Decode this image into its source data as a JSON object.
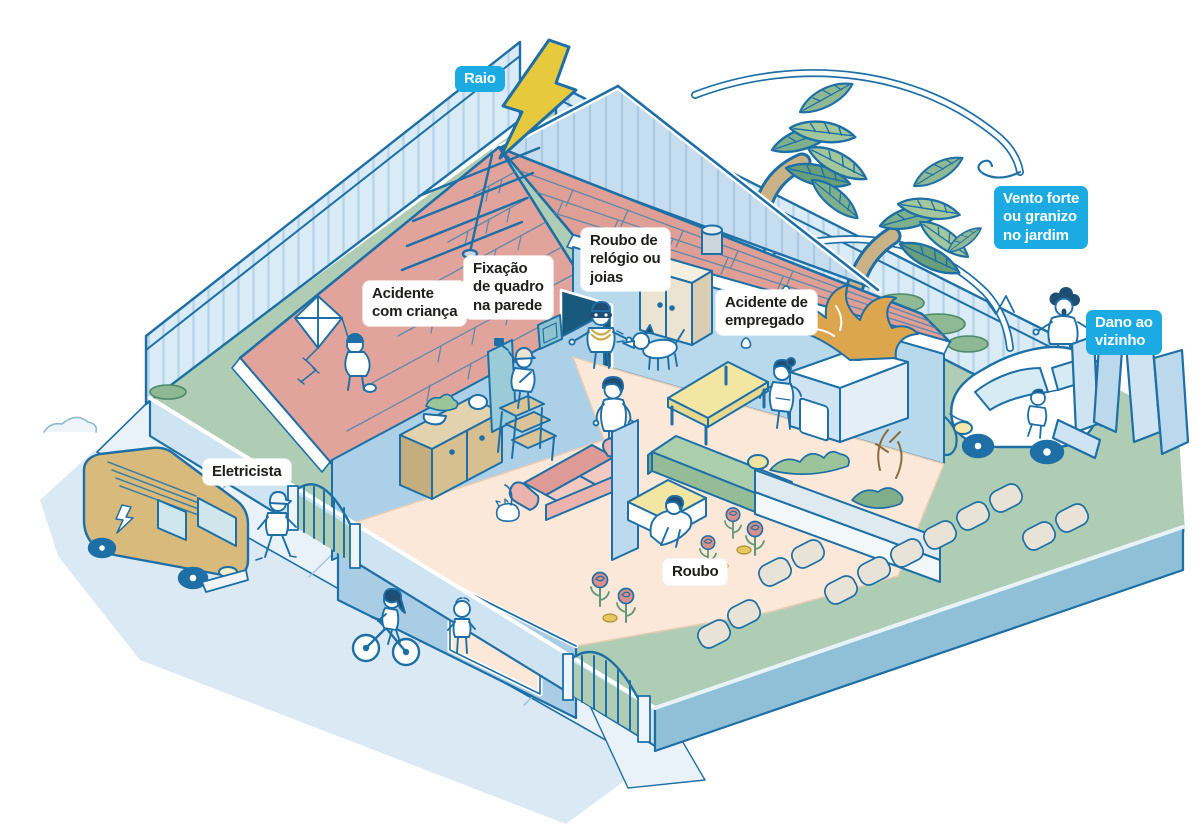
{
  "infographic": {
    "subject": "Riscos em uma casa (vista isométrica)",
    "language_visible_text_only": true
  },
  "labels": {
    "raio": {
      "text": "Raio",
      "variant": "accent"
    },
    "vento": {
      "text": "Vento forte\nou granizo\nno jardim",
      "variant": "accent"
    },
    "dano_vizinho": {
      "text": "Dano ao\nvizinho",
      "variant": "accent"
    },
    "acidente_crianca": {
      "text": "Acidente\ncom criança",
      "variant": "plain"
    },
    "fixacao_quadro": {
      "text": "Fixação\nde quadro\nna parede",
      "variant": "plain"
    },
    "roubo_joias": {
      "text": "Roubo de\nrelógio ou\njoias",
      "variant": "plain"
    },
    "acidente_empregado": {
      "text": "Acidente de\nempregado",
      "variant": "plain"
    },
    "eletricista": {
      "text": "Eletricista",
      "variant": "plain"
    },
    "roubo": {
      "text": "Roubo",
      "variant": "plain"
    }
  },
  "icons": {
    "lightning_bolt": "⚡"
  },
  "colors": {
    "accent": "#1babe2",
    "outline": "#1d6fa5",
    "roof": "#e0a49c",
    "roof_lines": "#4b85ad",
    "lawn": "#aecdb4",
    "fence": "#d9ebf6",
    "gable": "#c6ddef",
    "interior_wall": "#abd0e8",
    "floor": "#fbe8d9",
    "street": "#dbe9f4",
    "sidewalk": "#eaf2f9",
    "van": "#d9ba7d",
    "sofa": "#eab3ad",
    "table": "#f2e6a2",
    "flame": "#dca64e",
    "teal_wall": "#8fc0d8",
    "label_text_dark": "#1d1d1b",
    "label_text_light": "#ffffff"
  }
}
